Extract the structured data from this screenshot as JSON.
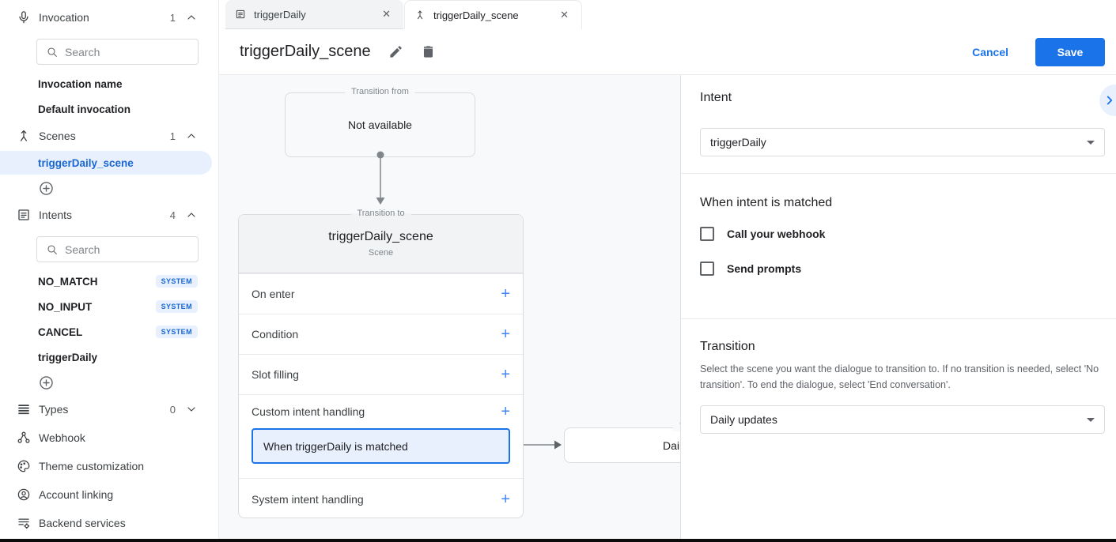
{
  "colors": {
    "accent": "#1a73e8",
    "selection_bg": "#e8f0fe",
    "badge_text": "#1967d2",
    "canvas_bg": "#f8f9fa",
    "border": "#dadce0"
  },
  "sidebar": {
    "search_placeholder": "Search",
    "sections": {
      "invocation": {
        "label": "Invocation",
        "count": "1"
      },
      "scenes": {
        "label": "Scenes",
        "count": "1"
      },
      "intents": {
        "label": "Intents",
        "count": "4"
      },
      "types": {
        "label": "Types",
        "count": "0"
      }
    },
    "invocation_children": [
      "Invocation name",
      "Default invocation"
    ],
    "scene_children": [
      "triggerDaily_scene"
    ],
    "intent_children": [
      {
        "label": "NO_MATCH",
        "badge": "SYSTEM"
      },
      {
        "label": "NO_INPUT",
        "badge": "SYSTEM"
      },
      {
        "label": "CANCEL",
        "badge": "SYSTEM"
      },
      {
        "label": "triggerDaily",
        "badge": ""
      }
    ],
    "links": [
      "Webhook",
      "Theme customization",
      "Account linking",
      "Backend services"
    ]
  },
  "tabs": [
    {
      "label": "triggerDaily"
    },
    {
      "label": "triggerDaily_scene"
    }
  ],
  "toolbar": {
    "title": "triggerDaily_scene",
    "cancel_label": "Cancel",
    "save_label": "Save"
  },
  "canvas": {
    "transition_from": {
      "legend": "Transition from",
      "text": "Not available"
    },
    "scene_card": {
      "legend": "Transition to",
      "title": "triggerDaily_scene",
      "subtitle": "Scene",
      "rows": [
        "On enter",
        "Condition",
        "Slot filling",
        "Custom intent handling",
        "System intent handling"
      ],
      "matched_label": "When triggerDaily is matched"
    },
    "next_scene": {
      "legend": "Transition to",
      "text": "Daily updates"
    }
  },
  "panel": {
    "intent_heading": "Intent",
    "intent_value": "triggerDaily",
    "matched_heading": "When intent is matched",
    "checkboxes": [
      "Call your webhook",
      "Send prompts"
    ],
    "transition_heading": "Transition",
    "transition_description": "Select the scene you want the dialogue to transition to. If no transition is needed, select 'No transition'. To end the dialogue, select 'End conversation'.",
    "transition_value": "Daily updates"
  },
  "icons": {
    "plus": "+",
    "close": "✕"
  }
}
